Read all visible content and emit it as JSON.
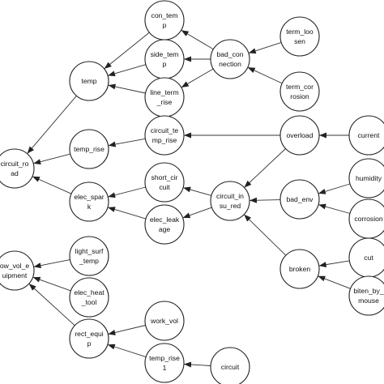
{
  "nodes": [
    {
      "id": "con_temp",
      "lines": [
        "con_tem",
        "p"
      ]
    },
    {
      "id": "side_temp",
      "lines": [
        "side_tem",
        "p"
      ]
    },
    {
      "id": "line_term_rise",
      "lines": [
        "line_term",
        "_rise"
      ]
    },
    {
      "id": "bad_connection",
      "lines": [
        "bad_con",
        "nection"
      ]
    },
    {
      "id": "term_loosen",
      "lines": [
        "term_loo",
        "sen"
      ]
    },
    {
      "id": "term_corrosion",
      "lines": [
        "term_cor",
        "rosion"
      ]
    },
    {
      "id": "temp",
      "lines": [
        "temp"
      ]
    },
    {
      "id": "circuit_road",
      "lines": [
        "circuit_ro",
        "ad"
      ]
    },
    {
      "id": "temp_rise",
      "lines": [
        "temp_rise"
      ]
    },
    {
      "id": "circuit_temp_rise",
      "lines": [
        "circuit_te",
        "mp_rise"
      ]
    },
    {
      "id": "overload",
      "lines": [
        "overload"
      ]
    },
    {
      "id": "current",
      "lines": [
        "current"
      ]
    },
    {
      "id": "elec_spark",
      "lines": [
        "elec_spar",
        "k"
      ]
    },
    {
      "id": "short_circuit",
      "lines": [
        "short_cir",
        "cuit"
      ]
    },
    {
      "id": "circuit_insu_red",
      "lines": [
        "circuit_in",
        "su_red"
      ]
    },
    {
      "id": "elec_leakage",
      "lines": [
        "elec_leak",
        "age"
      ]
    },
    {
      "id": "humidity",
      "lines": [
        "humidity"
      ]
    },
    {
      "id": "bad_env",
      "lines": [
        "bad_env"
      ]
    },
    {
      "id": "corrosion",
      "lines": [
        "corrosion"
      ]
    },
    {
      "id": "broken",
      "lines": [
        "broken"
      ]
    },
    {
      "id": "cut",
      "lines": [
        "cut"
      ]
    },
    {
      "id": "biten_by_mouse",
      "lines": [
        "biten_by_",
        "mouse"
      ]
    },
    {
      "id": "low_vol_equipment",
      "lines": [
        "ow_vol_e",
        "uipment"
      ]
    },
    {
      "id": "light_surf_temp",
      "lines": [
        "light_surf",
        "_temp"
      ]
    },
    {
      "id": "elec_heat_tool",
      "lines": [
        "elec_heat",
        "_tool"
      ]
    },
    {
      "id": "rect_equip",
      "lines": [
        "rect_equi",
        "p"
      ]
    },
    {
      "id": "work_vol",
      "lines": [
        "work_vol"
      ]
    },
    {
      "id": "temp_rise_1",
      "lines": [
        "temp_rise",
        "1"
      ]
    },
    {
      "id": "circuit",
      "lines": [
        "circuit"
      ]
    }
  ],
  "edges": [
    {
      "from": "con_temp",
      "to": "temp"
    },
    {
      "from": "side_temp",
      "to": "temp"
    },
    {
      "from": "line_term_rise",
      "to": "temp"
    },
    {
      "from": "bad_connection",
      "to": "con_temp"
    },
    {
      "from": "bad_connection",
      "to": "side_temp"
    },
    {
      "from": "bad_connection",
      "to": "line_term_rise"
    },
    {
      "from": "term_loosen",
      "to": "bad_connection"
    },
    {
      "from": "term_corrosion",
      "to": "bad_connection"
    },
    {
      "from": "temp",
      "to": "circuit_road"
    },
    {
      "from": "temp_rise",
      "to": "circuit_road"
    },
    {
      "from": "elec_spark",
      "to": "circuit_road"
    },
    {
      "from": "circuit_temp_rise",
      "to": "temp_rise"
    },
    {
      "from": "overload",
      "to": "circuit_temp_rise"
    },
    {
      "from": "current",
      "to": "overload"
    },
    {
      "from": "short_circuit",
      "to": "elec_spark"
    },
    {
      "from": "elec_leakage",
      "to": "elec_spark"
    },
    {
      "from": "circuit_insu_red",
      "to": "short_circuit"
    },
    {
      "from": "circuit_insu_red",
      "to": "elec_leakage"
    },
    {
      "from": "overload",
      "to": "circuit_insu_red"
    },
    {
      "from": "bad_env",
      "to": "circuit_insu_red"
    },
    {
      "from": "broken",
      "to": "circuit_insu_red"
    },
    {
      "from": "humidity",
      "to": "bad_env"
    },
    {
      "from": "corrosion",
      "to": "bad_env"
    },
    {
      "from": "cut",
      "to": "broken"
    },
    {
      "from": "biten_by_mouse",
      "to": "broken"
    },
    {
      "from": "light_surf_temp",
      "to": "low_vol_equipment"
    },
    {
      "from": "elec_heat_tool",
      "to": "low_vol_equipment"
    },
    {
      "from": "rect_equip",
      "to": "low_vol_equipment"
    },
    {
      "from": "work_vol",
      "to": "rect_equip"
    },
    {
      "from": "temp_rise_1",
      "to": "rect_equip"
    },
    {
      "from": "circuit",
      "to": "temp_rise_1"
    }
  ]
}
